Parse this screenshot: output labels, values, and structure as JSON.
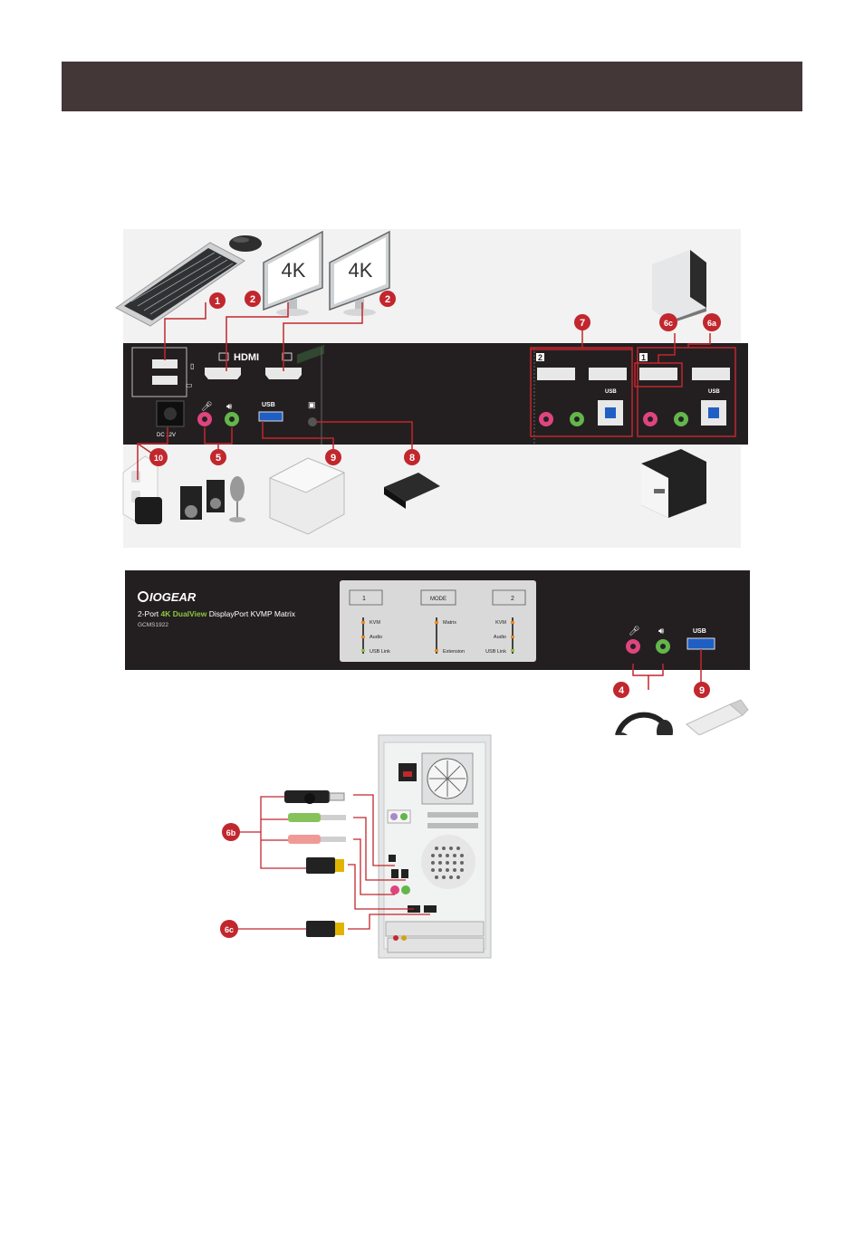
{
  "rear_panel": {
    "hdmi_logo": "HDMI",
    "usb_label": "USB",
    "power_label": "DC 12V",
    "port1_group": "1",
    "port2_group": "2",
    "port1_usb": "USB",
    "port2_usb": "USB",
    "monitor_text": "4K"
  },
  "callouts": {
    "c1": "1",
    "c2a": "2",
    "c2b": "2",
    "c4": "4",
    "c5": "5",
    "c6a": "6a",
    "c6b": "6b",
    "c6c_top": "6c",
    "c6c_bottom": "6c",
    "c7": "7",
    "c8": "8",
    "c9_top": "9",
    "c9_front": "9",
    "c10": "10"
  },
  "front_panel": {
    "brand": "IOGEAR",
    "product_prefix": "2-Port ",
    "product_highlight": "4K DualView",
    "product_suffix": " DisplayPort KVMP Matrix",
    "model": "GCMS1922",
    "button_1": "1",
    "button_mode": "MODE",
    "button_2": "2",
    "left_leds": [
      "KVM",
      "Audio",
      "USB Link"
    ],
    "mid_leds": [
      "Matrix",
      "Extension"
    ],
    "right_leds": [
      "KVM",
      "Audio",
      "USB Link"
    ],
    "usb_label": "USB"
  },
  "colors": {
    "header": "#433738",
    "panel": "#231f20",
    "callout": "#c1272d",
    "highlight_green": "#8dc63f",
    "mic_pink": "#e0447f",
    "audio_green": "#63b64a",
    "usb_blue": "#1f5fc4",
    "led_orange": "#f08a24"
  }
}
